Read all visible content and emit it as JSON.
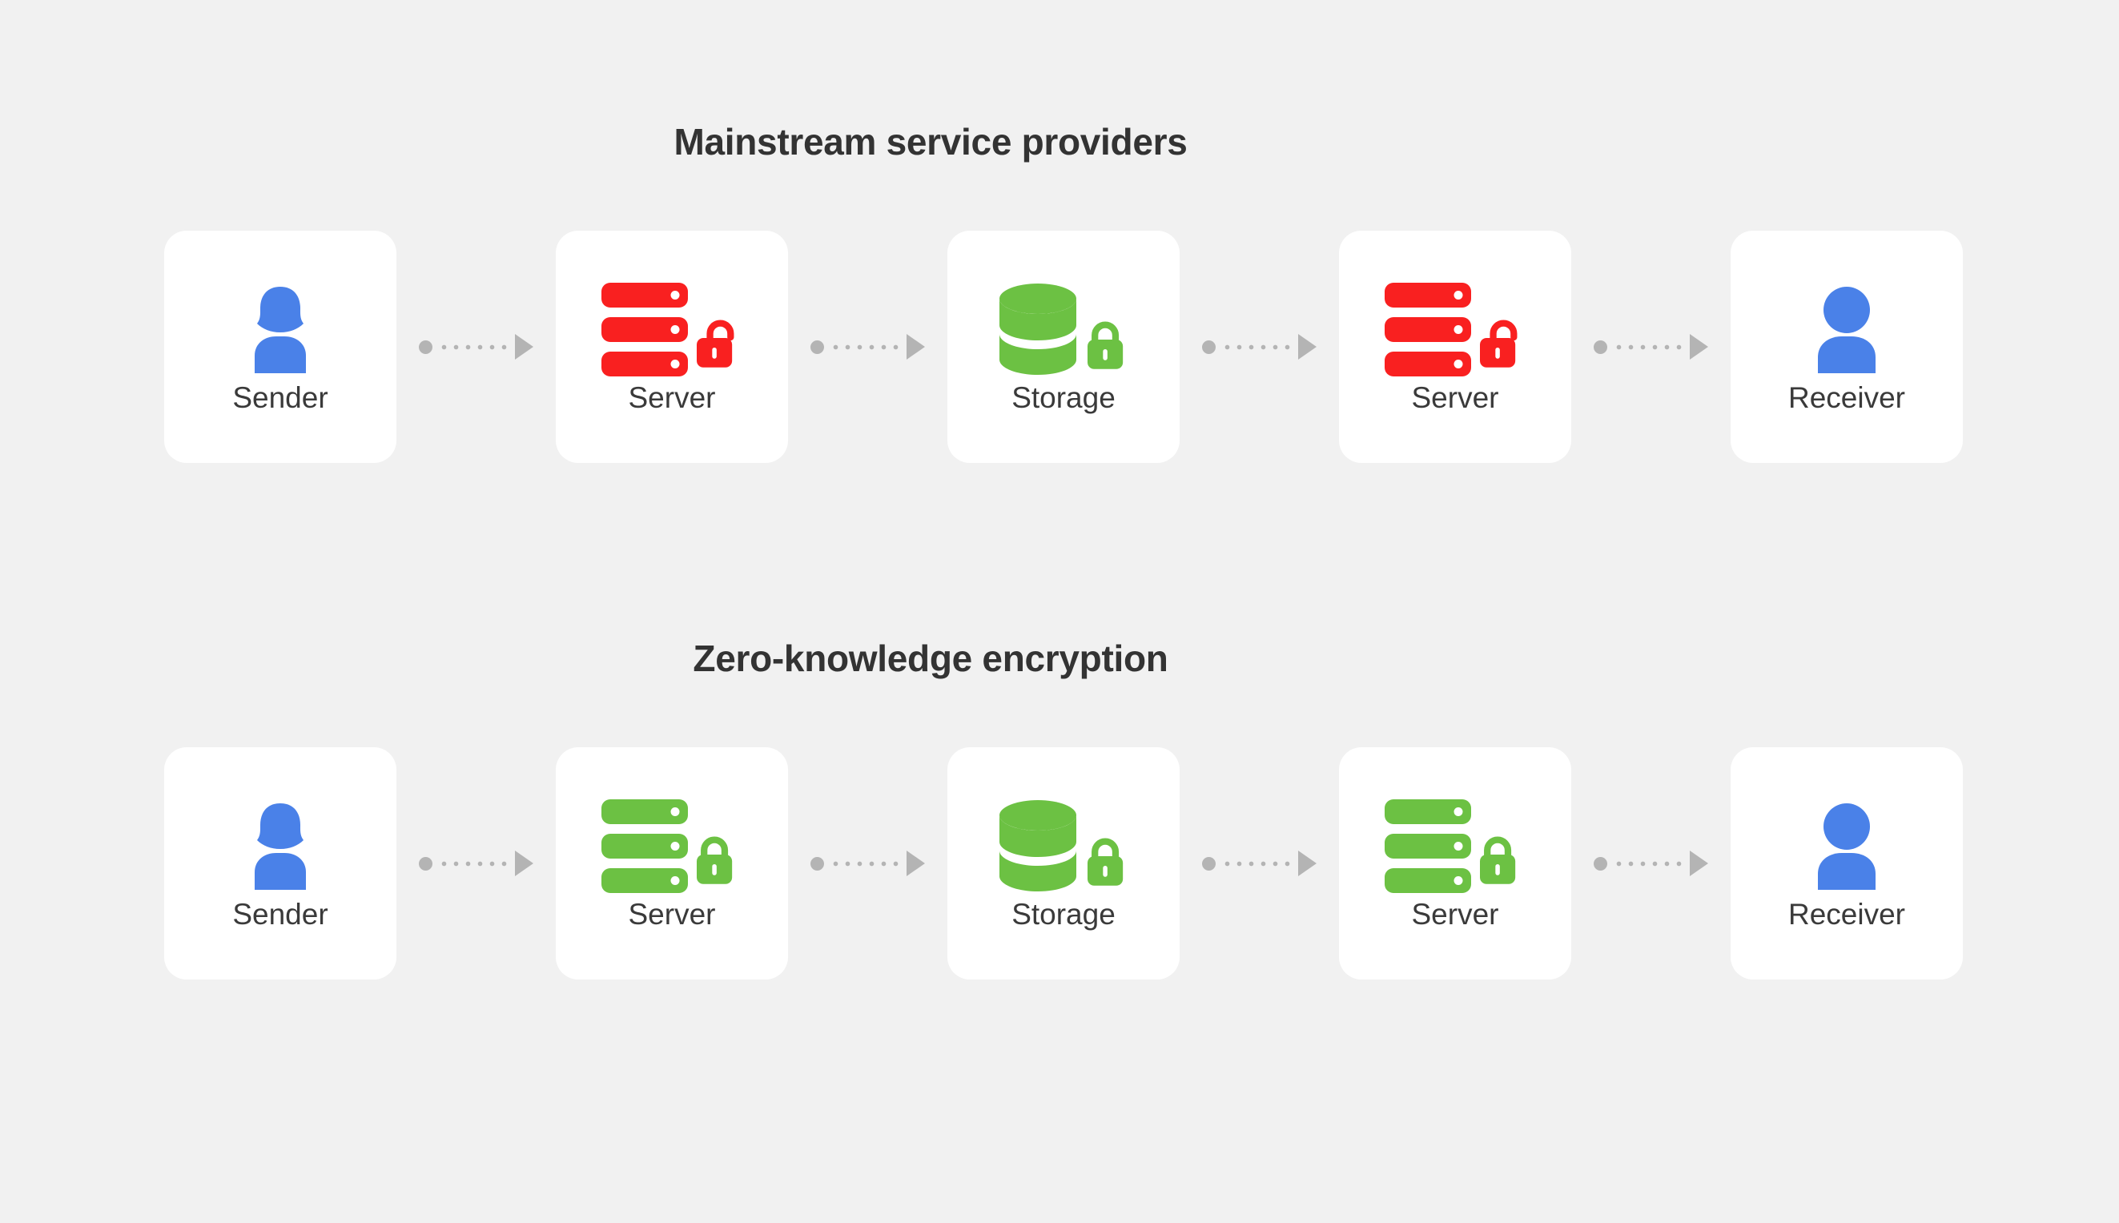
{
  "palette": {
    "background": "#f1f1f1",
    "card": "#ffffff",
    "title_text": "#333333",
    "label_text": "#3a3a3a",
    "connector": "#b4b4b4",
    "person_blue": "#4a81e8",
    "insecure_red": "#f92020",
    "secure_green": "#6cc143"
  },
  "sections": [
    {
      "id": "mainstream",
      "title": "Mainstream service providers",
      "nodes": [
        {
          "label": "Sender",
          "icon": "person-female-icon",
          "color": "#4a81e8",
          "lock": "none"
        },
        {
          "label": "Server",
          "icon": "server-icon",
          "color": "#f92020",
          "lock": "unlocked"
        },
        {
          "label": "Storage",
          "icon": "database-icon",
          "color": "#6cc143",
          "lock": "locked"
        },
        {
          "label": "Server",
          "icon": "server-icon",
          "color": "#f92020",
          "lock": "unlocked"
        },
        {
          "label": "Receiver",
          "icon": "person-male-icon",
          "color": "#4a81e8",
          "lock": "none"
        }
      ]
    },
    {
      "id": "zero-knowledge",
      "title": "Zero-knowledge encryption",
      "nodes": [
        {
          "label": "Sender",
          "icon": "person-female-icon",
          "color": "#4a81e8",
          "lock": "none"
        },
        {
          "label": "Server",
          "icon": "server-icon",
          "color": "#6cc143",
          "lock": "locked"
        },
        {
          "label": "Storage",
          "icon": "database-icon",
          "color": "#6cc143",
          "lock": "locked"
        },
        {
          "label": "Server",
          "icon": "server-icon",
          "color": "#6cc143",
          "lock": "locked"
        },
        {
          "label": "Receiver",
          "icon": "person-male-icon",
          "color": "#4a81e8",
          "lock": "none"
        }
      ]
    }
  ],
  "connector": {
    "count_per_row": 4,
    "icon": "dotted-arrow-right-icon"
  },
  "layout": {
    "node_left_positions": [
      205,
      694,
      1183,
      1672,
      2161
    ],
    "node_size": 290
  }
}
